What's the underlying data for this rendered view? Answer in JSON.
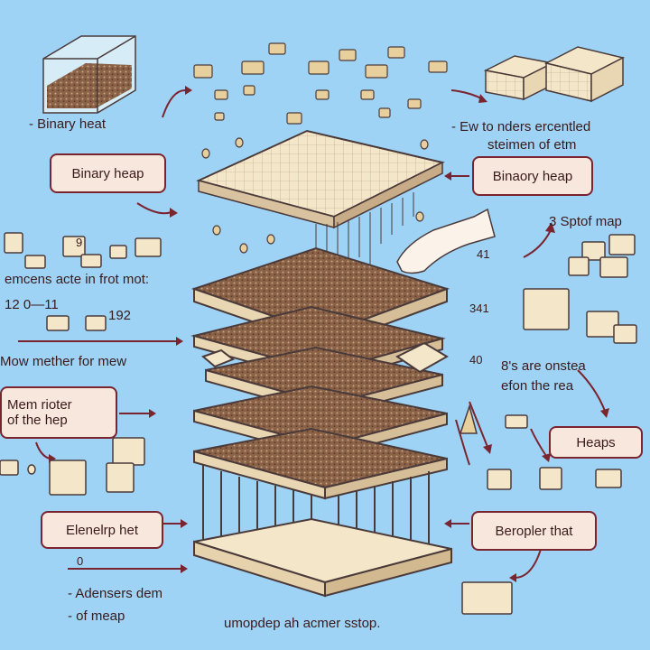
{
  "boxes": {
    "binary_heap_left": "Binary heap",
    "binaory_heap_right": "Binaory heap",
    "mem_rioter": "Mem rioter",
    "of_the_hep": "of the hep",
    "heaps": "Heaps",
    "elenelrp_het": "Elenelrp het",
    "beropler_that": "Beropler that"
  },
  "labels": {
    "binary_heat": "- Binary heat",
    "ew_to_nders": "- Ew to nders ercentled",
    "steimen_of_etm": "steimen of etm",
    "spotf_map": "3  Sptof map",
    "num_41": "41",
    "emcens_acte": "emcens acte in frot mot:",
    "nums_12": "12 0—11",
    "num_192": "192",
    "num_341": "341",
    "mow_mether": "Mow mether for mew",
    "num_40": "40",
    "bs_are": "8's are onstea",
    "efon_the_rea": "efon the rea",
    "num_9": "9",
    "num_0": "0",
    "adensers_dem": "- Adensers dem",
    "of_meap": "- of meap",
    "umopdep": "umopdep ah acmer sstop."
  }
}
